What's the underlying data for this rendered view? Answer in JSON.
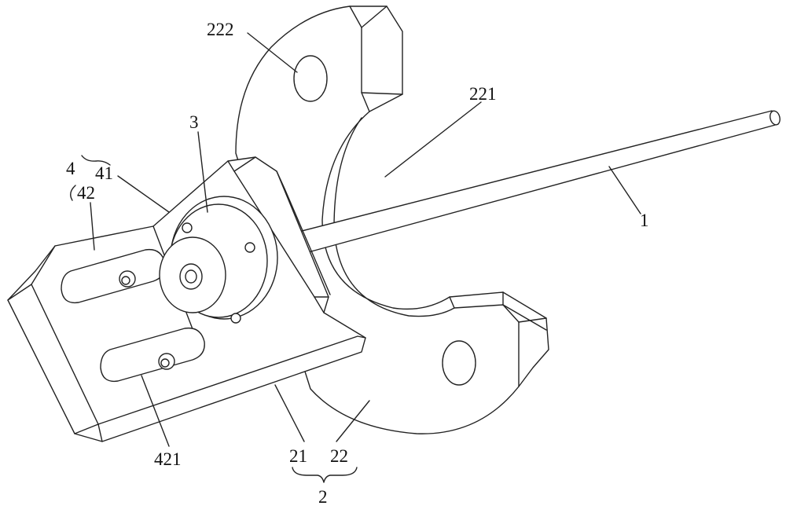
{
  "figure": {
    "labels": {
      "rod": "1",
      "base_assembly": "2",
      "base_plate": "21",
      "flange": "22",
      "flange_opening": "221",
      "flange_hole": "222",
      "rotor": "3",
      "clamp_assembly": "4",
      "clamp_block": "41",
      "slide_plate": "42",
      "slot": "421"
    },
    "colors": {
      "line": "#222222",
      "background": "#ffffff"
    }
  }
}
